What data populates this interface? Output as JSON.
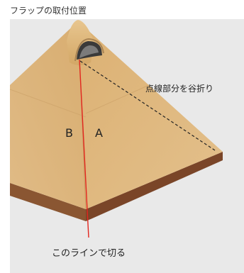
{
  "diagram": {
    "title": "フラップの取付位置",
    "fold_label": "点線部分を谷折り",
    "face_label_left": "B",
    "face_label_right": "A",
    "cut_label": "このラインで切る"
  },
  "colors": {
    "panel_bg": "#e9e9e9",
    "tent_main": "#ddb57b",
    "tent_dark": "#c99c5d",
    "tent_edge": "#7a4a2c",
    "cut_line": "#e3261f",
    "fold_line": "#222222"
  }
}
